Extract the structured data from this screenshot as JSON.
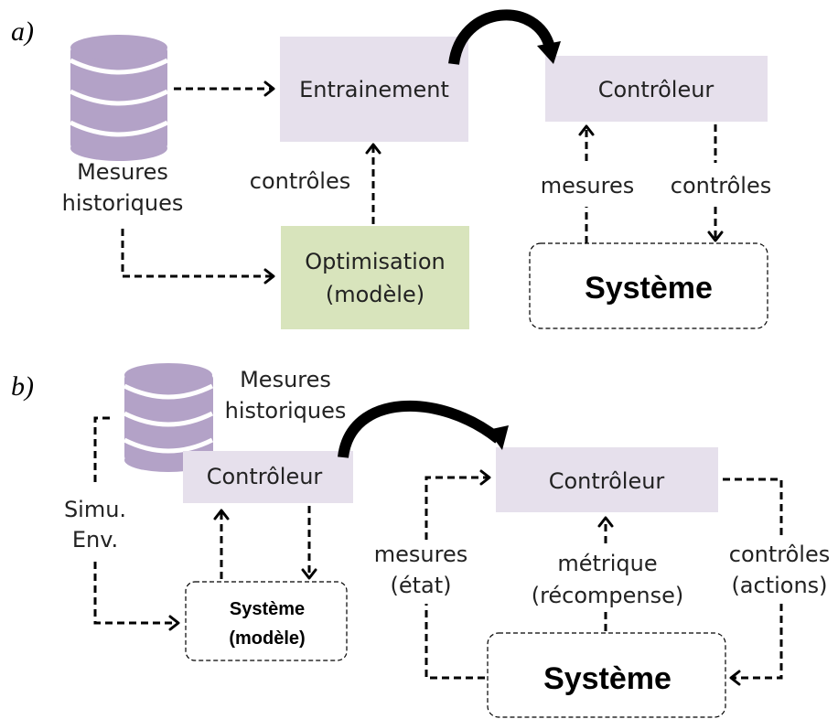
{
  "panel_a": {
    "label": "a)",
    "database_label_line1": "Mesures",
    "database_label_line2": "historiques",
    "training_box": "Entrainement",
    "controller_box": "Contrôleur",
    "optimisation_line1": "Optimisation",
    "optimisation_line2": "(modèle)",
    "controls_label_left": "contrôles",
    "measures_label": "mesures",
    "controls_label_right": "contrôles",
    "system_box": "Système"
  },
  "panel_b": {
    "label": "b)",
    "database_label_line1": "Mesures",
    "database_label_line2": "historiques",
    "sim_env_line1": "Simu.",
    "sim_env_line2": "Env.",
    "controller_left": "Contrôleur",
    "system_model_line1": "Système",
    "system_model_line2": "(modèle)",
    "controller_right": "Contrôleur",
    "measures_line1": "mesures",
    "measures_line2": "(état)",
    "metric_line1": "métrique",
    "metric_line2": "(récompense)",
    "controls_line1": "contrôles",
    "controls_line2": "(actions)",
    "system_box": "Système"
  },
  "colors": {
    "box_purple": "#e6e0ec",
    "box_green": "#d8e4bc",
    "database": "#b3a2c7"
  }
}
